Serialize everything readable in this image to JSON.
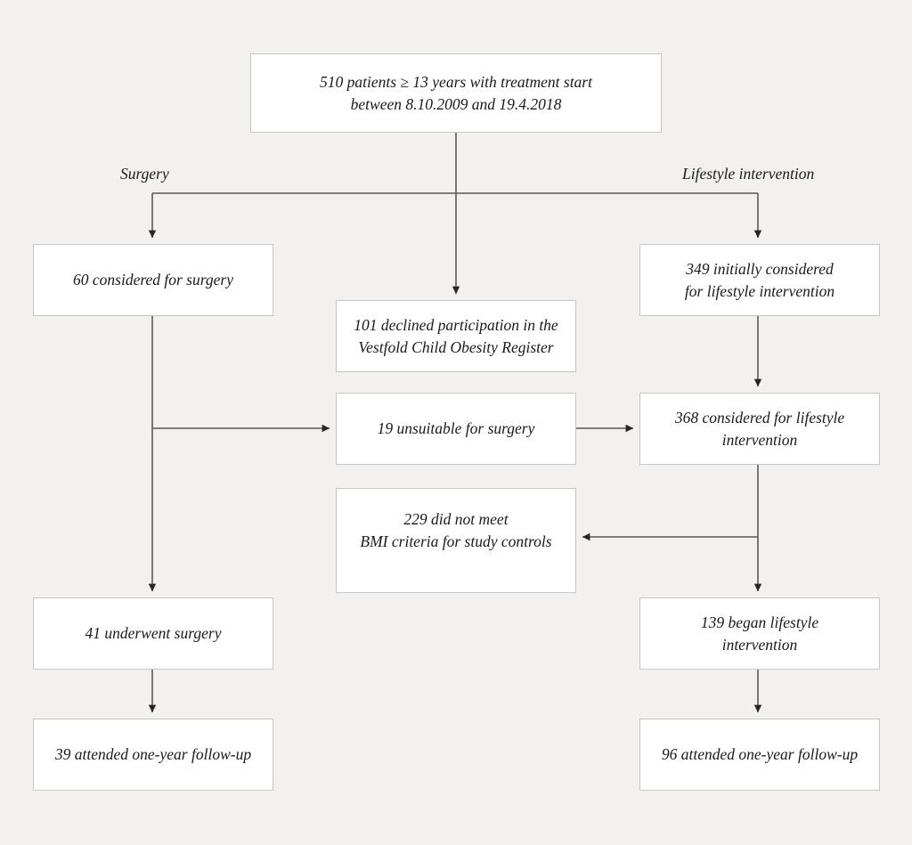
{
  "figure": {
    "type": "flowchart",
    "background_color": "#f2f1ef",
    "box_fill": "#ffffff",
    "box_border": "#c9c7c4",
    "connector_color": "#58595b",
    "text_color": "#1a1a1a"
  },
  "branch_labels": {
    "left": "Surgery",
    "right": "Lifestyle intervention"
  },
  "nodes": {
    "source": {
      "line1": "510 patients ≥ 13 years with treatment start",
      "line2": "between 8.10.2009 and 19.4.2018"
    },
    "declined": {
      "line1": "101 declined participation in the",
      "line2": "Vestfold Child Obesity Register"
    },
    "surgery_considered": {
      "line1": "60 considered for surgery"
    },
    "lifestyle_initial": {
      "line1": "349 initially considered",
      "line2": "for lifestyle intervention"
    },
    "unsuitable": {
      "line1": "19 unsuitable for surgery"
    },
    "lifestyle_considered": {
      "line1": "368 considered for lifestyle",
      "line2": "intervention"
    },
    "bmi_excluded": {
      "line1": "229 did not meet",
      "line2": "BMI criteria for study controls"
    },
    "surgery_underwent": {
      "line1": "41 underwent surgery"
    },
    "lifestyle_began": {
      "line1": "139 began lifestyle",
      "line2": "intervention"
    },
    "surgery_followup": {
      "line1": "39 attended one-year follow-up"
    },
    "lifestyle_followup": {
      "line1": "96 attended one-year follow-up"
    }
  },
  "chart_data": {
    "type": "flowchart",
    "title": "Patient flow diagram",
    "steps": [
      {
        "id": "source",
        "label": "510 patients ≥ 13 years with treatment start between 8.10.2009 and 19.4.2018",
        "value": 510
      },
      {
        "id": "declined",
        "label": "101 declined participation in the Vestfold Child Obesity Register",
        "value": 101
      },
      {
        "id": "surgery_considered",
        "label": "60 considered for surgery",
        "value": 60
      },
      {
        "id": "lifestyle_initial",
        "label": "349 initially considered for lifestyle intervention",
        "value": 349
      },
      {
        "id": "unsuitable",
        "label": "19 unsuitable for surgery",
        "value": 19
      },
      {
        "id": "lifestyle_considered",
        "label": "368 considered for lifestyle intervention",
        "value": 368
      },
      {
        "id": "bmi_excluded",
        "label": "229 did not meet BMI criteria for study controls",
        "value": 229
      },
      {
        "id": "surgery_underwent",
        "label": "41 underwent surgery",
        "value": 41
      },
      {
        "id": "lifestyle_began",
        "label": "139 began lifestyle intervention",
        "value": 139
      },
      {
        "id": "surgery_followup",
        "label": "39 attended one-year follow-up",
        "value": 39
      },
      {
        "id": "lifestyle_followup",
        "label": "96 attended one-year follow-up",
        "value": 96
      }
    ],
    "edges": [
      {
        "from": "source",
        "to": "declined",
        "label": ""
      },
      {
        "from": "source",
        "to": "surgery_considered",
        "label": "Surgery"
      },
      {
        "from": "source",
        "to": "lifestyle_initial",
        "label": "Lifestyle intervention"
      },
      {
        "from": "surgery_considered",
        "to": "unsuitable",
        "label": ""
      },
      {
        "from": "unsuitable",
        "to": "lifestyle_considered",
        "label": ""
      },
      {
        "from": "lifestyle_initial",
        "to": "lifestyle_considered",
        "label": ""
      },
      {
        "from": "lifestyle_considered",
        "to": "bmi_excluded",
        "label": ""
      },
      {
        "from": "surgery_considered",
        "to": "surgery_underwent",
        "label": ""
      },
      {
        "from": "lifestyle_considered",
        "to": "lifestyle_began",
        "label": ""
      },
      {
        "from": "surgery_underwent",
        "to": "surgery_followup",
        "label": ""
      },
      {
        "from": "lifestyle_began",
        "to": "lifestyle_followup",
        "label": ""
      }
    ]
  }
}
